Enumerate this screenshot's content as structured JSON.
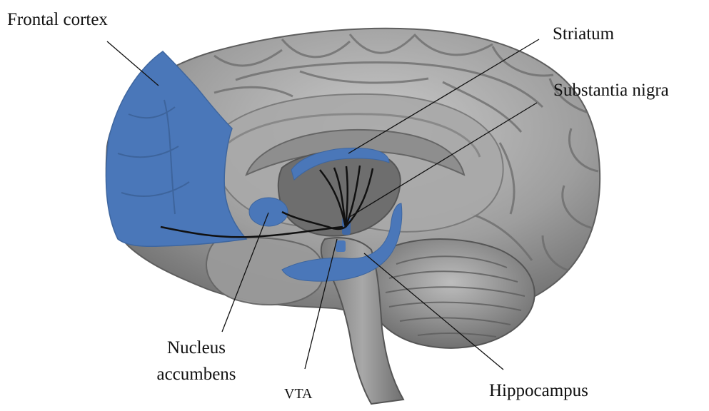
{
  "diagram": {
    "labels": {
      "frontal_cortex": "Frontal cortex",
      "striatum": "Striatum",
      "substantia_nigra": "Substantia nigra",
      "nucleus_accumbens_line1": "Nucleus",
      "nucleus_accumbens_line2": "accumbens",
      "vta": "VTA",
      "hippocampus": "Hippocampus"
    },
    "colors": {
      "highlight": "#4A77B9",
      "brain_light": "#BDBDBD",
      "brain_mid": "#8C8C8C",
      "brain_dark": "#555555",
      "pathway": "#111111",
      "leader_line": "#111111",
      "background": "#FFFFFF"
    }
  }
}
